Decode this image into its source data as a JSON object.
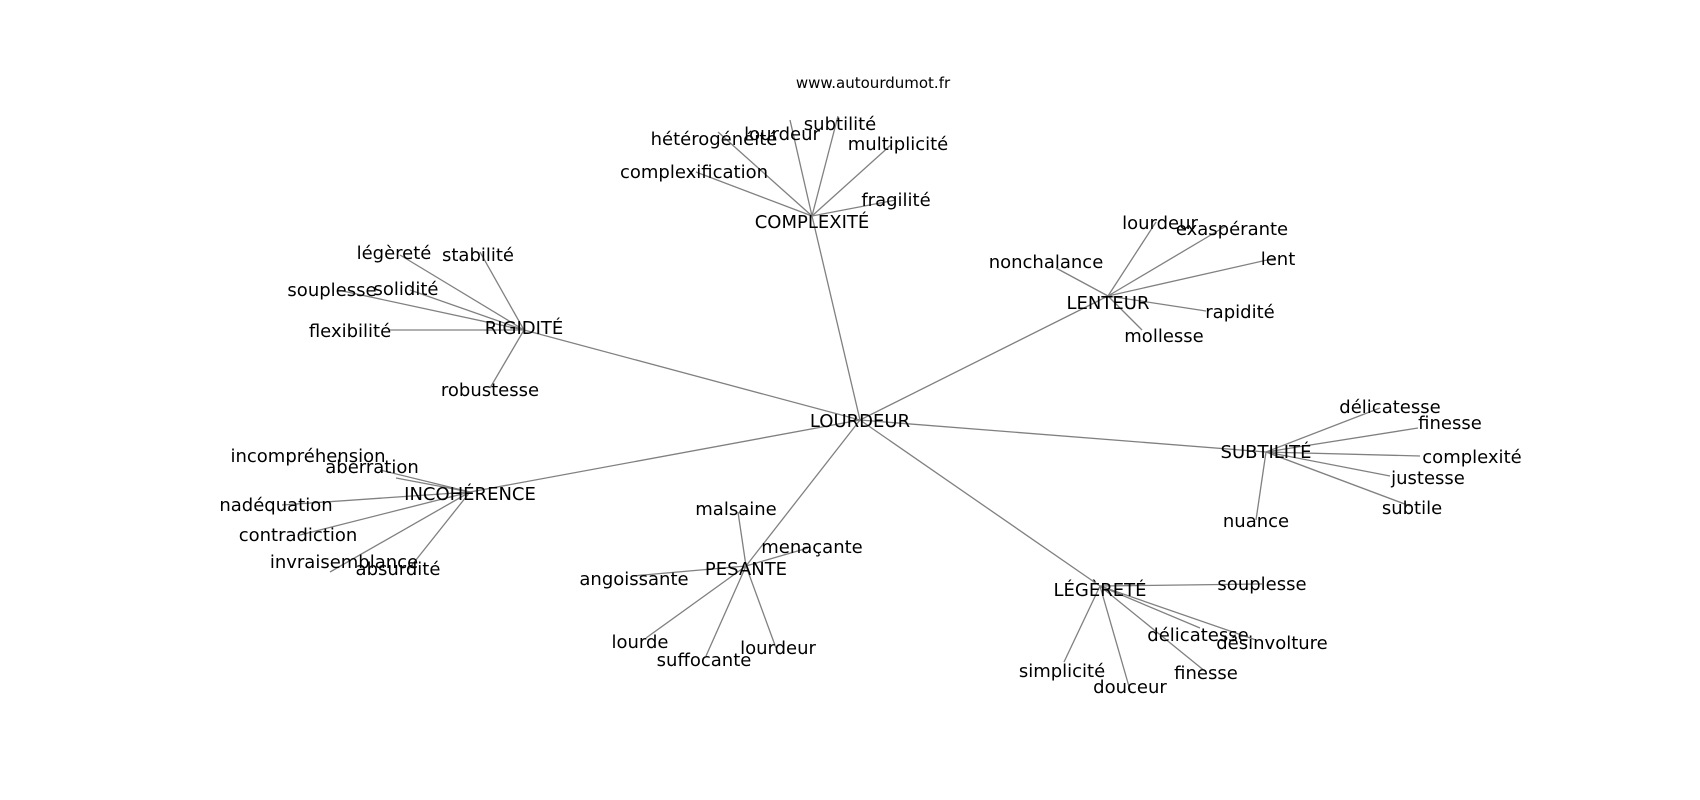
{
  "credit": "www.autourdumot.fr",
  "graph": {
    "center": "LOURDEUR",
    "hubs": [
      {
        "id": "complexite",
        "label": "COMPLEXITÉ",
        "leaves": [
          "hétérogénéité",
          "lourdeur",
          "subtilité",
          "multiplicité",
          "complexification",
          "fragilité"
        ]
      },
      {
        "id": "lenteur",
        "label": "LENTEUR",
        "leaves": [
          "lourdeur",
          "exaspérante",
          "nonchalance",
          "lent",
          "rapidité",
          "mollesse"
        ]
      },
      {
        "id": "rigidite",
        "label": "RIGIDITÉ",
        "leaves": [
          "légèreté",
          "stabilité",
          "souplesse",
          "solidité",
          "flexibilité",
          "robustesse"
        ]
      },
      {
        "id": "subtilite",
        "label": "SUBTILITÉ",
        "leaves": [
          "délicatesse",
          "finesse",
          "complexité",
          "justesse",
          "subtile",
          "nuance"
        ]
      },
      {
        "id": "incoherence",
        "label": "INCOHÉRENCE",
        "leaves": [
          "incompréhension",
          "aberration",
          "nadéquation",
          "contradiction",
          "invraisemblance",
          "absurdité"
        ]
      },
      {
        "id": "pesante",
        "label": "PESANTE",
        "leaves": [
          "malsaine",
          "menaçante",
          "angoissante",
          "lourde",
          "suffocante",
          "lourdeur"
        ]
      },
      {
        "id": "legerete",
        "label": "LÉGÈRETÉ",
        "leaves": [
          "souplesse",
          "délicatesse",
          "désinvolture",
          "simplicité",
          "finesse",
          "douceur"
        ]
      }
    ]
  }
}
